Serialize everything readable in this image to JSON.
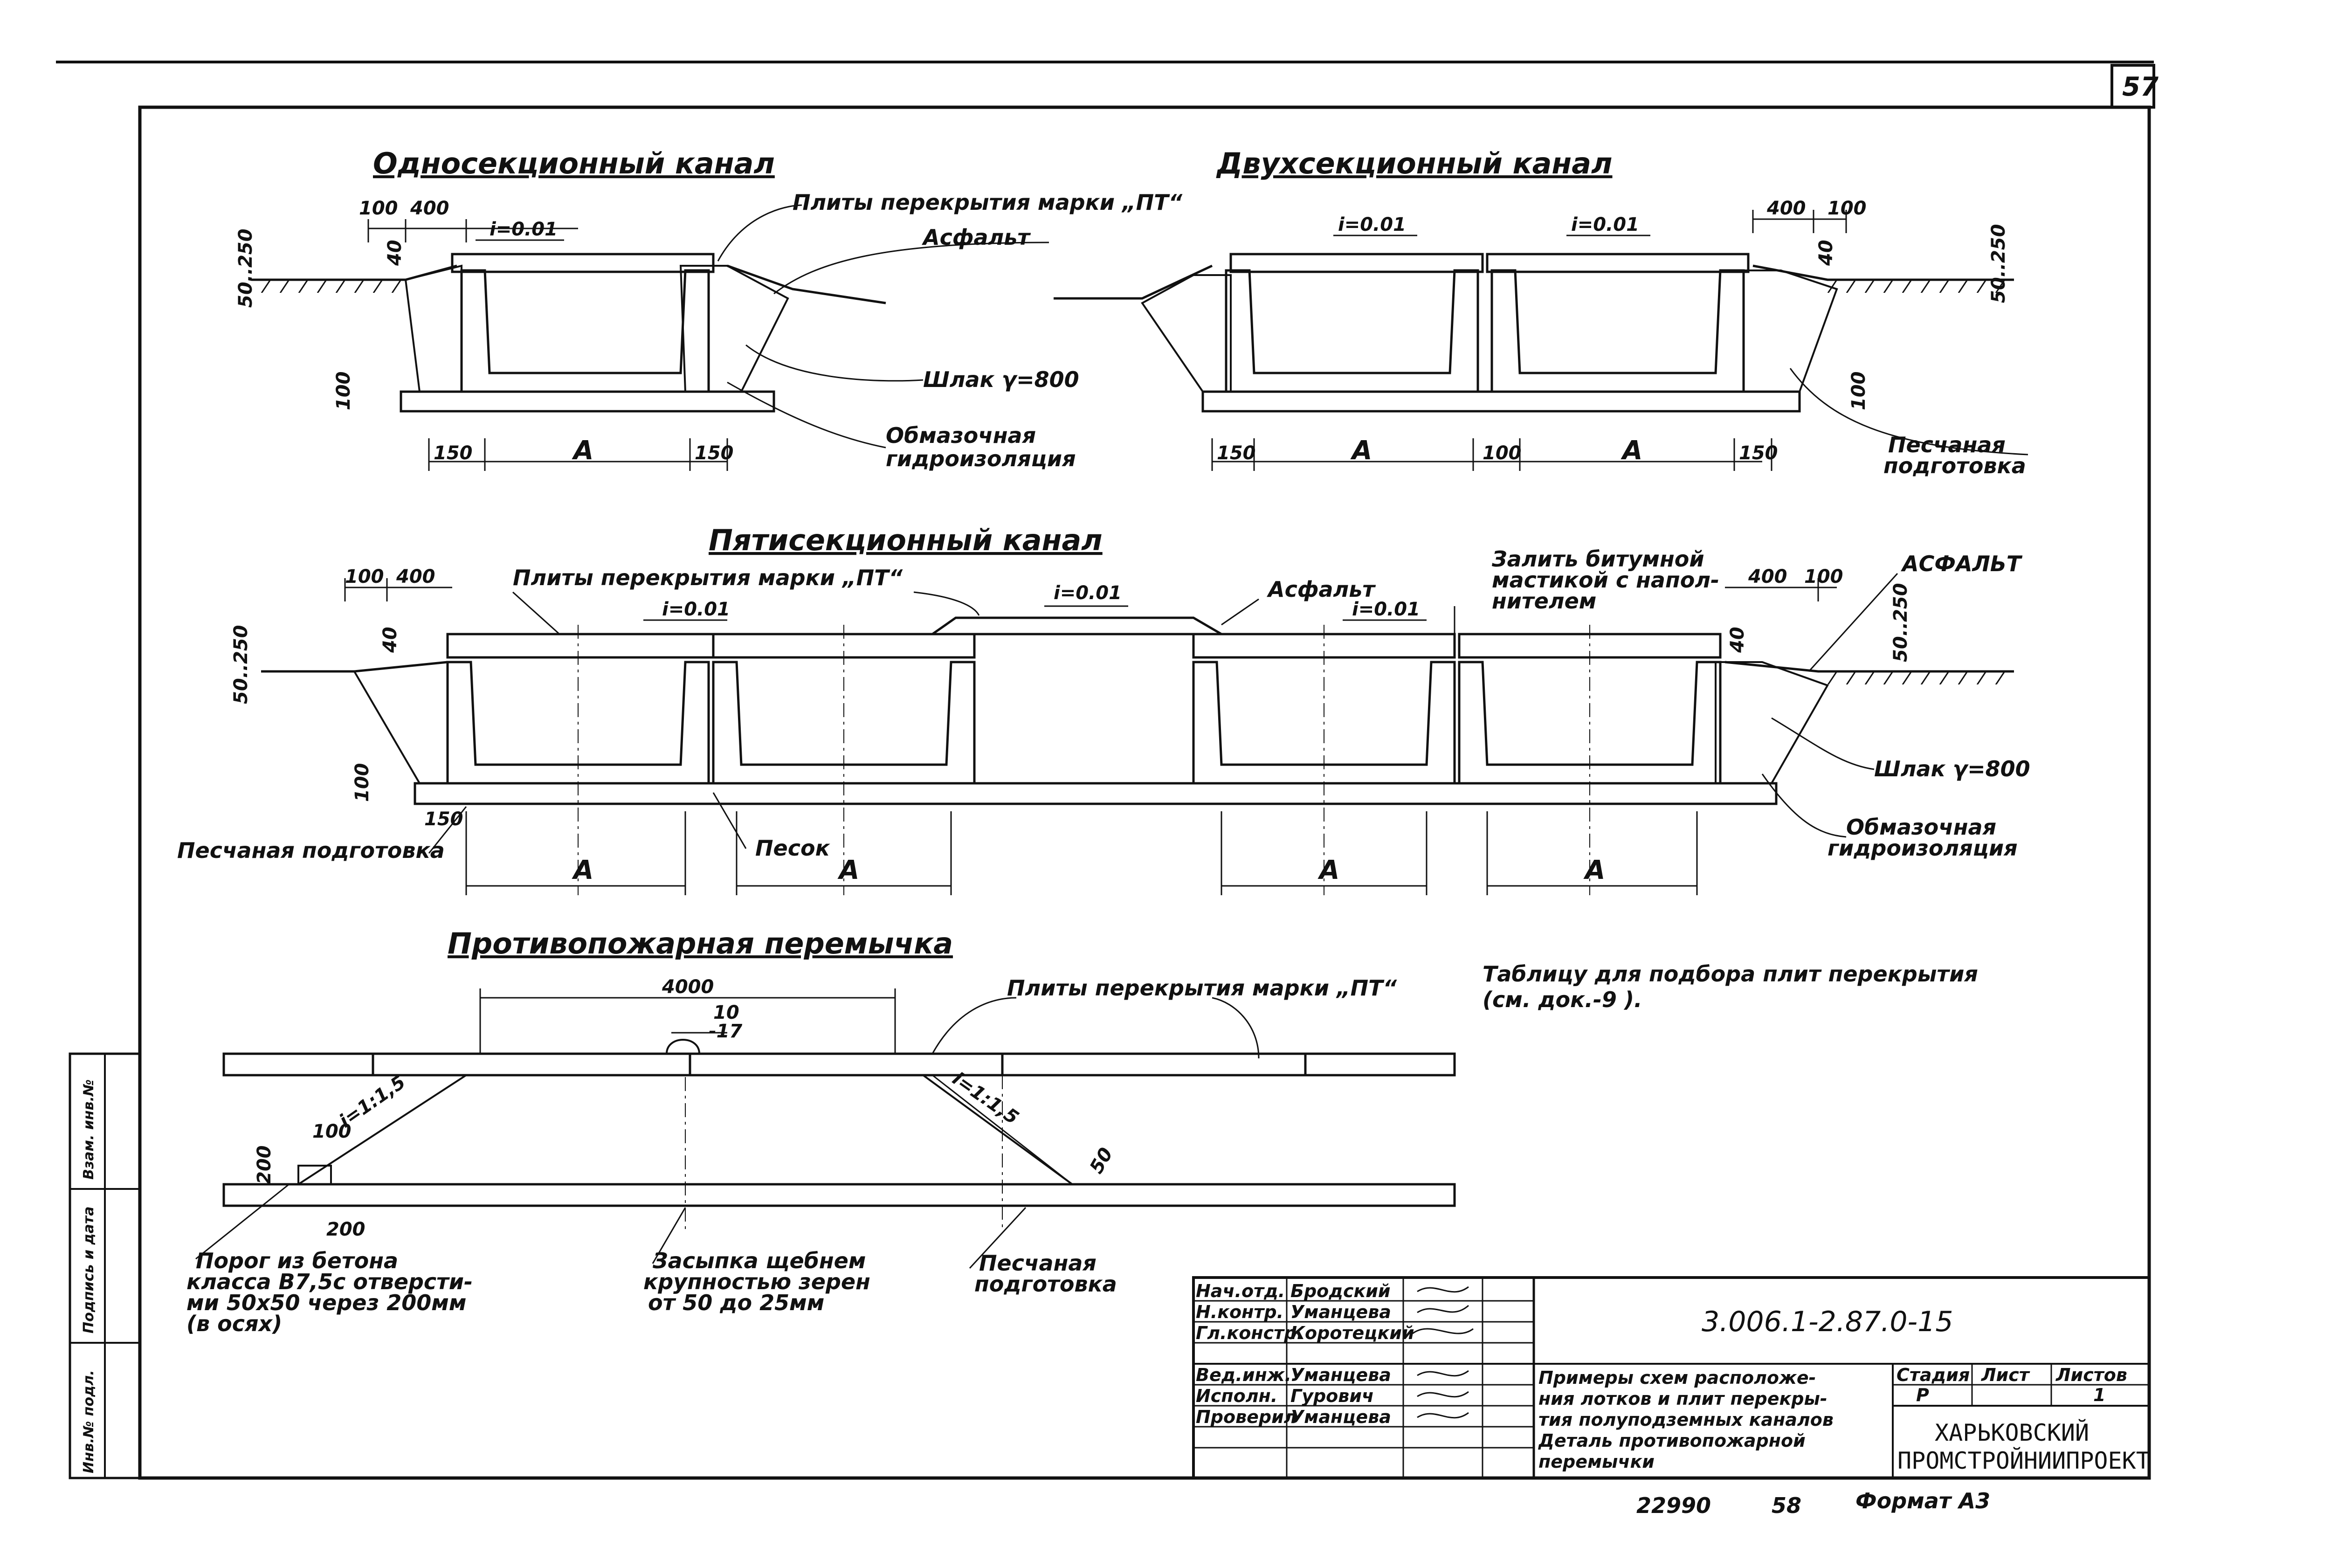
{
  "sheet": {
    "page_number": "57",
    "titles": {
      "single": "Односекционный канал",
      "double": "Двухсекционный канал",
      "five": "Пятисекционный канал",
      "firewall": "Противопожарная перемычка"
    },
    "slope": "i=0.01",
    "labels": {
      "slabs_pt": "Плиты перекрытия марки „ПТ“",
      "asphalt": "Асфальт",
      "asphalt_caps": "АСФАЛЬТ",
      "slag": "Шлак γ=800",
      "coating_1": "Обмазочная",
      "coating_2": "гидроизоляция",
      "sand_bed_1": "Песчаная",
      "sand_bed_2": "подготовка",
      "sand_bed_full": "Песчаная подготовка",
      "sand": "Песок",
      "bitumen_1": "Залить битумной",
      "bitumen_2": "мастикой с напол-",
      "bitumen_3": "нителем"
    },
    "dims": {
      "d100": "100",
      "d400": "400",
      "d150": "150",
      "d40": "40",
      "d50_250": "50..250",
      "dA": "А",
      "d4000": "4000",
      "d10": "10",
      "dm17": "-17",
      "d200": "200",
      "d50": "50",
      "slope_a": "i=1:1,5",
      "slope_b": "i=1:1,5"
    },
    "firewall_notes": {
      "threshold_1": "Порог из бетона",
      "threshold_2": "класса В7,5с отверсти-",
      "threshold_3": "ми 50х50 через 200мм",
      "threshold_4": "(в осях)",
      "fill_1": "Засыпка щебнем",
      "fill_2": "крупностью зерен",
      "fill_3": "от 50 до 25мм",
      "sand_1": "Песчаная",
      "sand_2": "подготовка"
    },
    "table_note_1": "Таблицу для подбора плит перекрытия",
    "table_note_2": "(см. док.-9 ).",
    "side_stamp": [
      "Инв.№ подл.",
      "Подпись и дата",
      "Взам. инв.№"
    ]
  },
  "title_block": {
    "code": "3.006.1-2.87.0-15",
    "roles": [
      {
        "role": "Нач.отд.",
        "name": "Бродский"
      },
      {
        "role": "Н.контр.",
        "name": "Уманцева"
      },
      {
        "role": "Гл.констр.",
        "name": "Коротецкий"
      },
      {
        "role": "Вед.инж.",
        "name": "Уманцева"
      },
      {
        "role": "Исполн.",
        "name": "Гурович"
      },
      {
        "role": "Проверил",
        "name": "Уманцева"
      }
    ],
    "description": [
      "Примеры схем расположе-",
      "ния лотков и плит перекры-",
      "тия полуподземных каналов",
      "Деталь противопожарной",
      "перемычки"
    ],
    "stage_label": "Стадия",
    "sheet_label": "Лист",
    "sheets_label": "Листов",
    "stage": "Р",
    "sheet": "",
    "sheets": "1",
    "org_1": "ХАРЬКОВСКИЙ",
    "org_2": "ПРОМСТРОЙНИИПРОЕКТ"
  },
  "footer": {
    "inventory": "22990",
    "page": "58",
    "format": "Формат А3"
  }
}
